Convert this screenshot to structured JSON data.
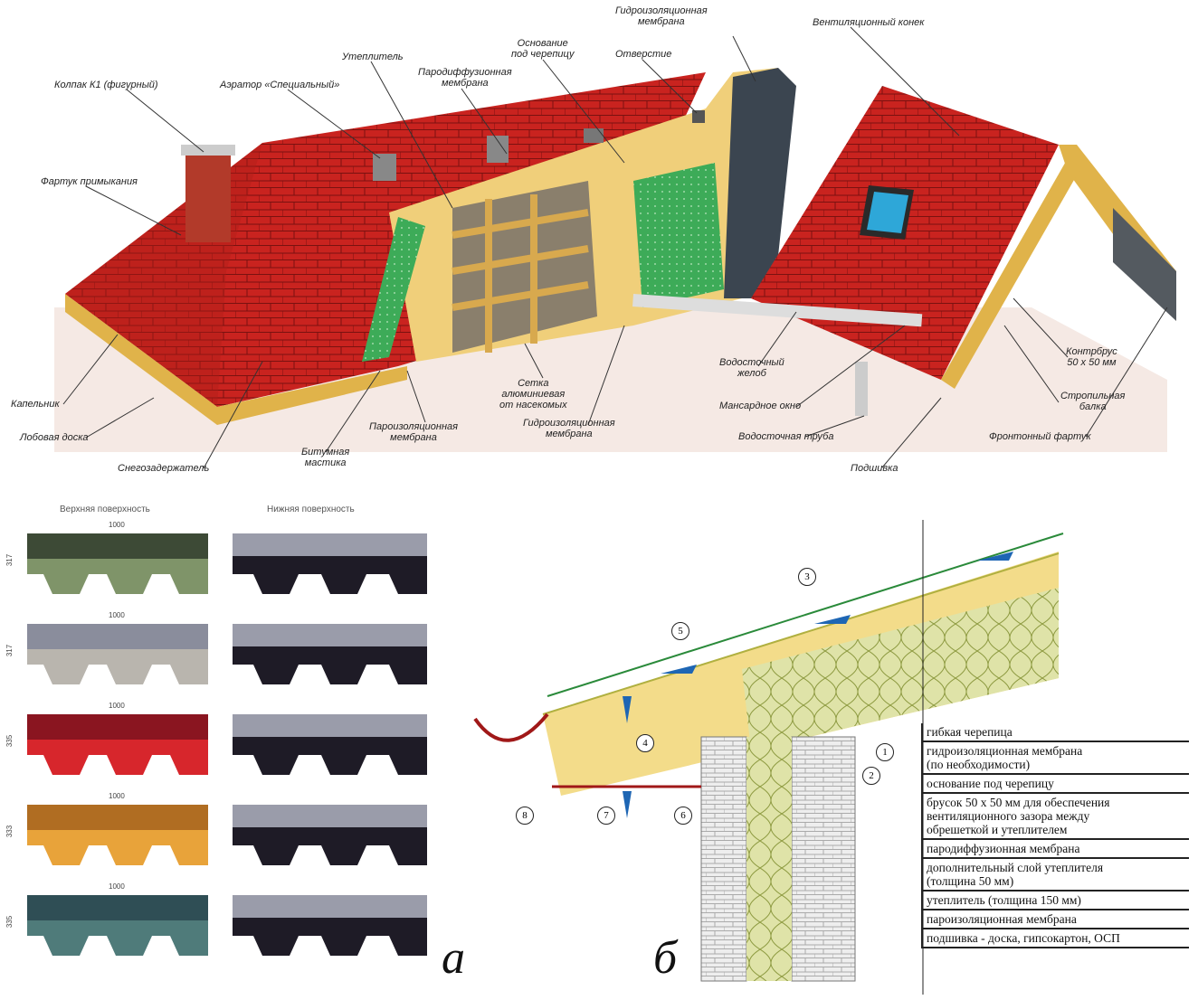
{
  "roof_labels": {
    "cap": "Колпак К1 (фигурный)",
    "apron": "Фартук примыкания",
    "aerator": "Аэратор «Специальный»",
    "insulation": "Утеплитель",
    "base": "Основание\nпод черепицу",
    "vapor_diff": "Пародиффузионная\nмембрана",
    "hole": "Отверстие",
    "waterproof_top": "Гидроизоляционная\nмембрана",
    "ridge": "Вентиляционный конек",
    "drip": "Капельник",
    "fascia": "Лобовая доска",
    "snow": "Снегозадержатель",
    "mastic": "Битумная\nмастика",
    "vapor_barrier": "Пароизоляционная\nмембрана",
    "mesh": "Сетка\nалюминиевая\nот насекомых",
    "waterproof_bottom": "Гидроизоляционная\nмембрана",
    "gutter": "Водосточный\nжелоб",
    "window": "Мансардное окно",
    "pipe": "Водосточная труба",
    "soffit": "Подшивка",
    "counter": "Контрбрус\n50 х 50 мм",
    "rafter": "Стропильная\nбалка",
    "gable": "Фронтонный фартук"
  },
  "shingles": {
    "top_title": "Верхняя поверхность",
    "bottom_title": "Нижняя поверхность",
    "items": [
      {
        "width": "1000",
        "height": "317",
        "color": "#7f9469",
        "dark": "#3d4a36"
      },
      {
        "width": "1000",
        "height": "317",
        "color": "#b9b5ae",
        "dark": "#8a8d9c"
      },
      {
        "width": "1000",
        "height": "335",
        "color": "#d7262c",
        "dark": "#8a1520"
      },
      {
        "width": "1000",
        "height": "333",
        "color": "#e8a33a",
        "dark": "#b06d22"
      },
      {
        "width": "1000",
        "height": "335",
        "color": "#4f7b7a",
        "dark": "#2f4e55"
      }
    ],
    "letter": "а"
  },
  "section": {
    "letter": "б",
    "callouts": [
      "1",
      "2",
      "3",
      "4",
      "5",
      "6",
      "7",
      "8"
    ],
    "legend": [
      "гибкая черепица",
      "гидроизоляционная мембрана\n(по необходимости)",
      "основание под черепицу",
      "брусок 50 х 50 мм для обеспечения\nвентиляционного зазора между\nобрешеткой и утеплителем",
      "пародиффузионная мембрана",
      "дополнительный слой утеплителя\n(толщина 50 мм)",
      "утеплитель (толщина 150 мм)",
      "пароизоляционная мембрана",
      "подшивка - доска, гипсокартон, ОСП"
    ]
  }
}
